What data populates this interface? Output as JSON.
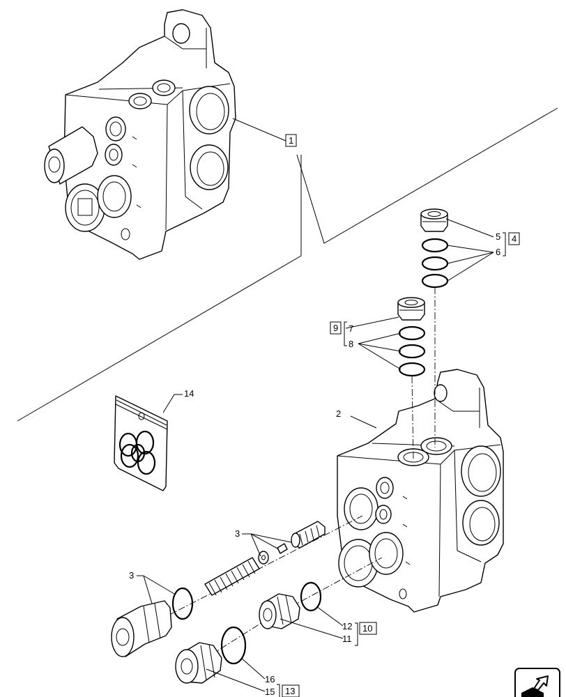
{
  "callouts": {
    "c1": "1",
    "c2": "2",
    "c3a": "3",
    "c3b": "3",
    "c4": "4",
    "c5": "5",
    "c6": "6",
    "c7": "7",
    "c8": "8",
    "c9": "9",
    "c10": "10",
    "c11": "11",
    "c12": "12",
    "c13": "13",
    "c14": "14",
    "c15": "15",
    "c16": "16"
  },
  "icons": {
    "nav": "next-page-arrow-icon"
  }
}
